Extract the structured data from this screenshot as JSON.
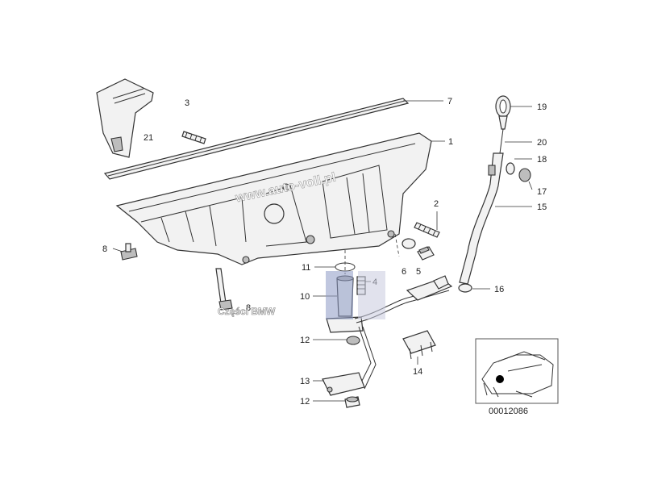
{
  "labels": {
    "p1": "1",
    "p2": "2",
    "p3": "3",
    "p4": "4",
    "p5": "5",
    "p6": "6",
    "p7": "7",
    "p8a": "8",
    "p8b": "8",
    "p10": "10",
    "p11": "11",
    "p12a": "12",
    "p12b": "12",
    "p13": "13",
    "p14": "14",
    "p15": "15",
    "p16": "16",
    "p17": "17",
    "p18": "18",
    "p19": "19",
    "p20": "20",
    "p21": "21"
  },
  "watermarks": {
    "site": "www.auto-voll.pl",
    "brand": "Części BMW"
  },
  "inset": {
    "code": "00012086"
  }
}
